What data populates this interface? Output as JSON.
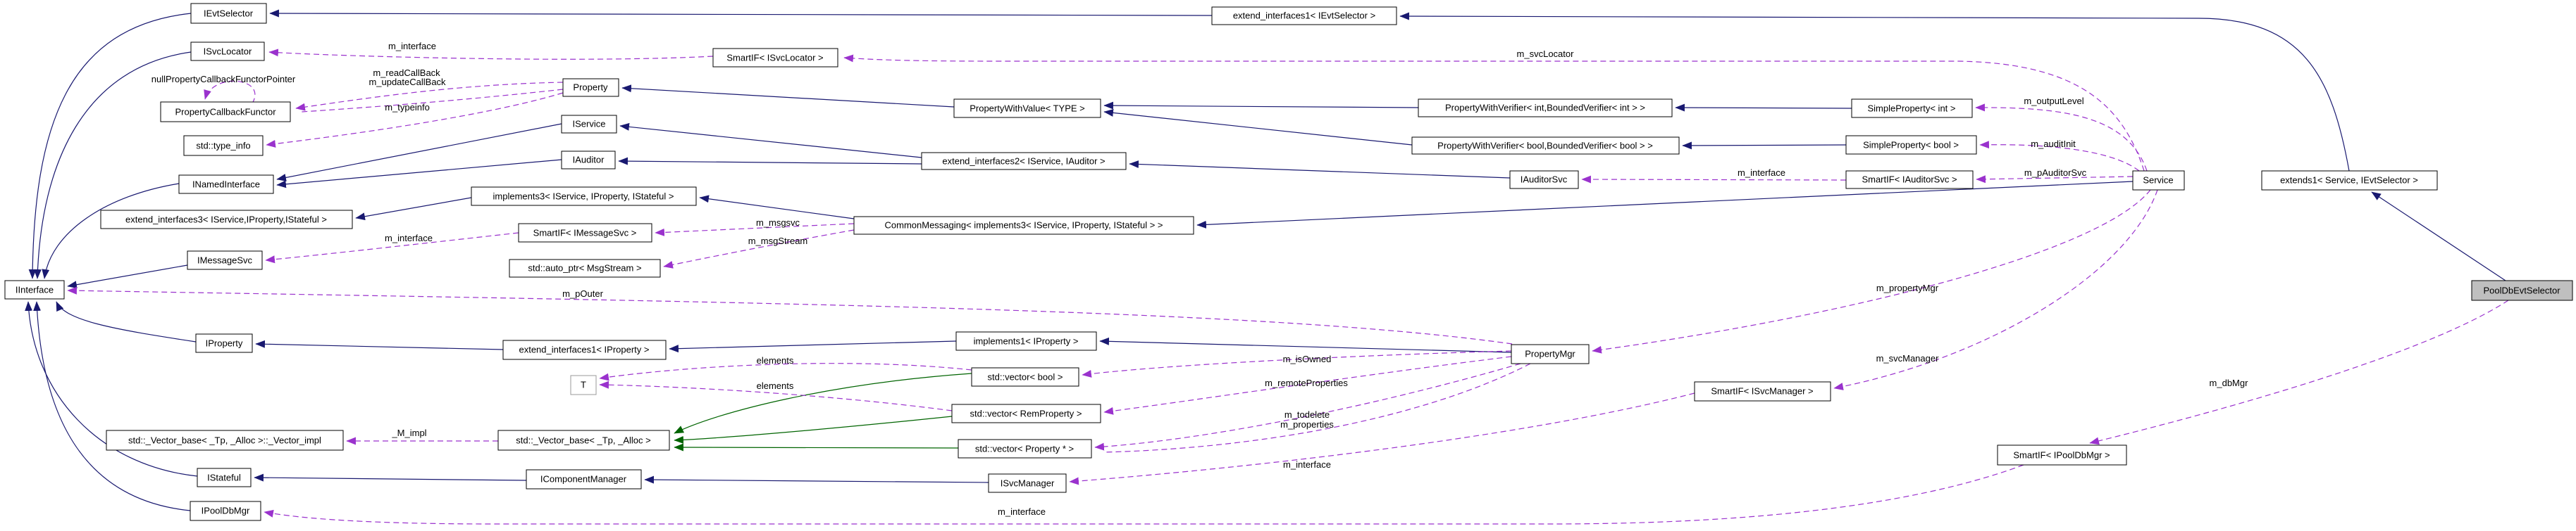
{
  "diagram": {
    "type": "doxygen-collaboration-graph",
    "highlighted_node": "PoolDbEvtSelector",
    "colors": {
      "inheritance": "#191970",
      "usage": "#9a32cd",
      "protected_inheritance": "#006400",
      "highlight_fill": "#bfbfbf",
      "node_fill": "#ffffff",
      "node_border": "#000000",
      "template_node_border": "#9a9a9a"
    },
    "nodes": {
      "ievtselector": {
        "label": "IEvtSelector"
      },
      "isvclocator": {
        "label": "ISvcLocator"
      },
      "propertycallbackfunctor": {
        "label": "PropertyCallbackFunctor"
      },
      "std_type_info": {
        "label": "std::type_info"
      },
      "inamedinterface": {
        "label": "INamedInterface"
      },
      "extend_interfaces3": {
        "label": "extend_interfaces3< IService,IProperty,IStateful >"
      },
      "imessagesvc": {
        "label": "IMessageSvc"
      },
      "iinterface": {
        "label": "IInterface"
      },
      "iproperty": {
        "label": "IProperty"
      },
      "vector_impl": {
        "label": "std::_Vector_base< _Tp, _Alloc >::_Vector_impl"
      },
      "istateful": {
        "label": "IStateful"
      },
      "ipooldbmgr": {
        "label": "IPoolDbMgr"
      },
      "ei1_ievtselector": {
        "label": "extend_interfaces1< IEvtSelector >"
      },
      "smartif_isvclocator": {
        "label": "SmartIF< ISvcLocator >"
      },
      "property": {
        "label": "Property"
      },
      "iservice": {
        "label": "IService"
      },
      "iauditor": {
        "label": "IAuditor"
      },
      "implements3": {
        "label": "implements3< IService, IProperty, IStateful >"
      },
      "smartif_imessagesvc": {
        "label": "SmartIF< IMessageSvc >"
      },
      "auto_ptr_msgstream": {
        "label": "std::auto_ptr< MsgStream >"
      },
      "ei1_iproperty": {
        "label": "extend_interfaces1< IProperty >"
      },
      "t_param": {
        "label": "T"
      },
      "vector_base": {
        "label": "std::_Vector_base< _Tp, _Alloc >"
      },
      "icomponentmanager": {
        "label": "IComponentManager"
      },
      "pwv_type": {
        "label": "PropertyWithValue< TYPE >"
      },
      "extend_interfaces2": {
        "label": "extend_interfaces2< IService, IAuditor >"
      },
      "commonmessaging": {
        "label": "CommonMessaging< implements3< IService, IProperty, IStateful > >"
      },
      "implements1": {
        "label": "implements1< IProperty >"
      },
      "vector_bool": {
        "label": "std::vector< bool >"
      },
      "vector_remproperty": {
        "label": "std::vector< RemProperty >"
      },
      "vector_property": {
        "label": "std::vector< Property * >"
      },
      "isvcmanager": {
        "label": "ISvcManager"
      },
      "pwverifier_int": {
        "label": "PropertyWithVerifier< int,BoundedVerifier< int > >"
      },
      "pwverifier_bool": {
        "label": "PropertyWithVerifier< bool,BoundedVerifier< bool > >"
      },
      "iauditorsvc": {
        "label": "IAuditorSvc"
      },
      "propertymgr": {
        "label": "PropertyMgr"
      },
      "simpleproperty_int": {
        "label": "SimpleProperty< int >"
      },
      "simpleproperty_bool": {
        "label": "SimpleProperty< bool >"
      },
      "smartif_iauditorsvc": {
        "label": "SmartIF< IAuditorSvc >"
      },
      "smartif_isvcmanager": {
        "label": "SmartIF< ISvcManager >"
      },
      "smartif_ipooldbmgr": {
        "label": "SmartIF< IPoolDbMgr >"
      },
      "service": {
        "label": "Service"
      },
      "extends1": {
        "label": "extends1< Service, IEvtSelector >"
      },
      "pooldbevtselector": {
        "label": "PoolDbEvtSelector"
      }
    },
    "edge_labels": {
      "m_interface_svclocator": "m_interface",
      "m_svcLocator": "m_svcLocator",
      "nullPropertyCallbackFunctorPointer": "nullPropertyCallbackFunctorPointer",
      "m_readCallBack": "m_readCallBack",
      "m_updateCallBack": "m_updateCallBack",
      "m_typeinfo": "m_typeinfo",
      "m_msgsvc": "m_msgsvc",
      "m_msgStream": "m_msgStream",
      "m_interface_imessagesvc": "m_interface",
      "m_pOuter": "m_pOuter",
      "m_outputLevel": "m_outputLevel",
      "m_auditInit": "m_auditInit",
      "m_pAuditorSvc": "m_pAuditorSvc",
      "m_interface_auditorsvc": "m_interface",
      "m_propertyMgr": "m_propertyMgr",
      "m_svcManager": "m_svcManager",
      "m_isOwned": "m_isOwned",
      "m_remoteProperties": "m_remoteProperties",
      "m_todelete": "m_todelete",
      "m_properties": "m_properties",
      "m_interface_isvcmanager": "m_interface",
      "m_dbMgr": "m_dbMgr",
      "m_interface_ipooldbmgr": "m_interface",
      "elements_top": "elements",
      "elements_bottom": "elements",
      "M_impl": "_M_impl"
    }
  }
}
